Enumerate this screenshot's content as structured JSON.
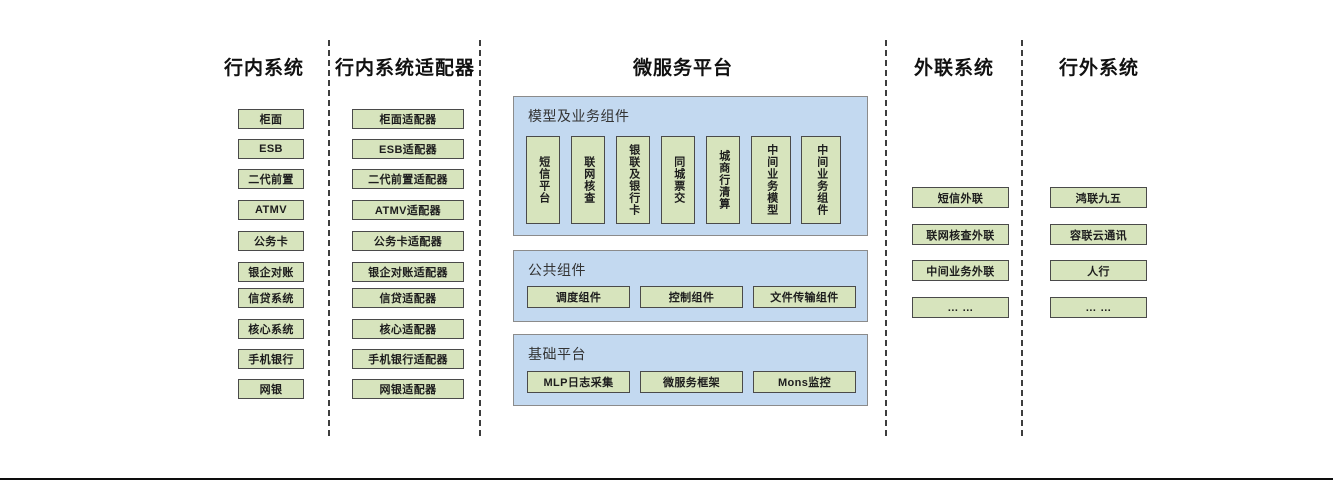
{
  "diagram": {
    "title_internal": "行内系统",
    "title_adapter": "行内系统适配器",
    "title_platform": "微服务平台",
    "title_external_link": "外联系统",
    "title_outside": "行外系统",
    "colors": {
      "node_fill": "#d7e4bd",
      "node_border": "#4a4a4a",
      "panel_fill": "#c3d9f0",
      "panel_border": "#8b8b8b",
      "divider": "#3d3d3d",
      "text": "#1a1a1a"
    }
  },
  "internal_systems": [
    {
      "label": "柜面"
    },
    {
      "label": "ESB"
    },
    {
      "label": "二代前置"
    },
    {
      "label": "ATMV"
    },
    {
      "label": "公务卡"
    },
    {
      "label": "银企对账"
    },
    {
      "label": "信贷系统"
    },
    {
      "label": "核心系统"
    },
    {
      "label": "手机银行"
    },
    {
      "label": "网银"
    }
  ],
  "internal_adapters": [
    {
      "label": "柜面适配器"
    },
    {
      "label": "ESB适配器"
    },
    {
      "label": "二代前置适配器"
    },
    {
      "label": "ATMV适配器"
    },
    {
      "label": "公务卡适配器"
    },
    {
      "label": "银企对账适配器"
    },
    {
      "label": "信贷适配器"
    },
    {
      "label": "核心适配器"
    },
    {
      "label": "手机银行适配器"
    },
    {
      "label": "网银适配器"
    }
  ],
  "platform": {
    "model_business": {
      "label": "模型及业务组件",
      "items": [
        {
          "label": "短信平台"
        },
        {
          "label": "联网核查"
        },
        {
          "label": "银联及银行卡"
        },
        {
          "label": "同城票交"
        },
        {
          "label": "城商行清算"
        },
        {
          "label": "中间业务模型"
        },
        {
          "label": "中间业务组件"
        }
      ]
    },
    "public_components": {
      "label": "公共组件",
      "items": [
        {
          "label": "调度组件"
        },
        {
          "label": "控制组件"
        },
        {
          "label": "文件传输组件"
        }
      ]
    },
    "base_platform": {
      "label": "基础平台",
      "items": [
        {
          "label": "MLP日志采集"
        },
        {
          "label": "微服务框架"
        },
        {
          "label": "Mons监控"
        }
      ]
    }
  },
  "external_link_systems": [
    {
      "label": "短信外联"
    },
    {
      "label": "联网核查外联"
    },
    {
      "label": "中间业务外联"
    },
    {
      "label": "… …"
    }
  ],
  "outside_systems": [
    {
      "label": "鸿联九五"
    },
    {
      "label": "容联云通讯"
    },
    {
      "label": "人行"
    },
    {
      "label": "… …"
    }
  ]
}
